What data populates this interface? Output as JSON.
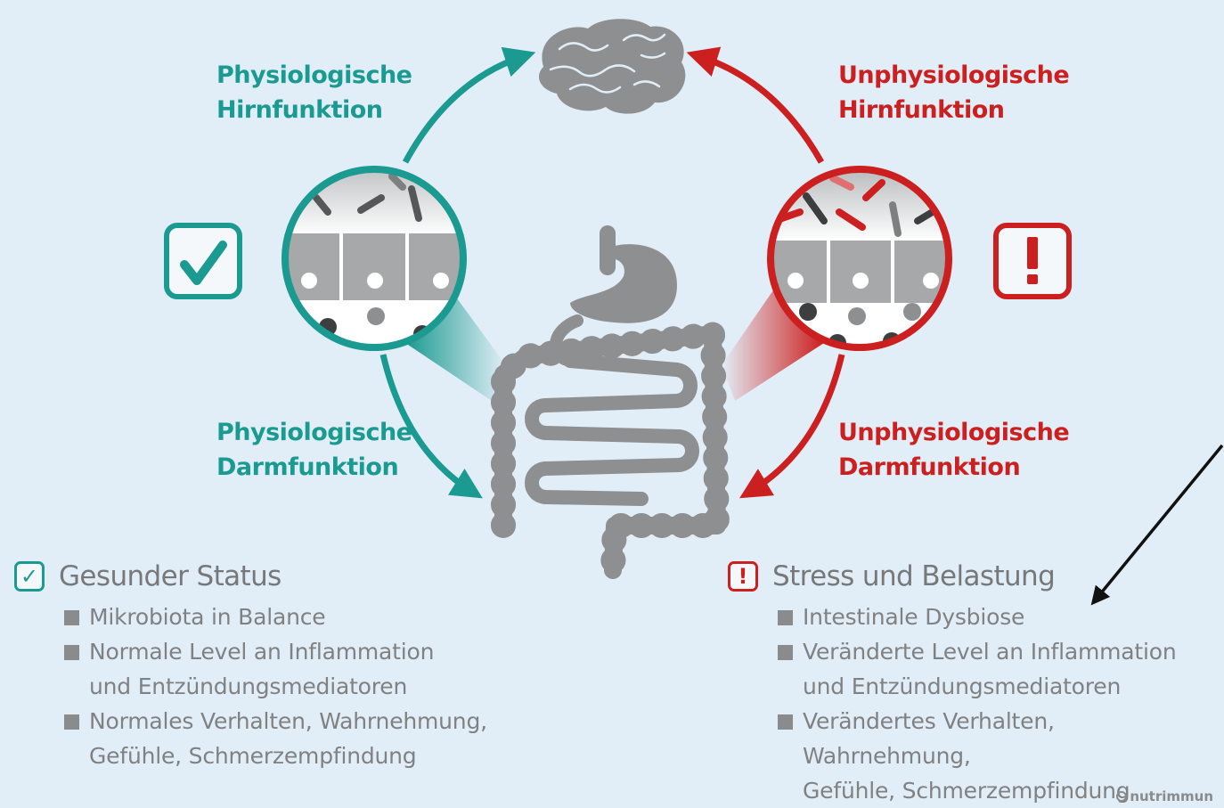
{
  "labels": {
    "top_left": [
      "Physiologische",
      "Hirnfunktion"
    ],
    "bottom_left": [
      "Physiologische",
      "Darmfunktion"
    ],
    "top_right": [
      "Unphysiologische",
      "Hirnfunktion"
    ],
    "bottom_right": [
      "Unphysiologische",
      "Darmfunktion"
    ]
  },
  "healthy": {
    "icon": "check-icon",
    "title": "Gesunder Status",
    "items": [
      [
        "Mikrobiota in Balance"
      ],
      [
        "Normale Level an Inflammation",
        "und Entzündungsmediatoren"
      ],
      [
        "Normales Verhalten, Wahrnehmung,",
        "Gefühle, Schmerzempfindung"
      ]
    ]
  },
  "stress": {
    "icon": "exclamation-icon",
    "title": "Stress und Belastung",
    "items": [
      [
        "Intestinale Dysbiose"
      ],
      [
        "Veränderte Level an Inflammation",
        "und Entzündungsmediatoren"
      ],
      [
        "Verändertes Verhalten, Wahrnehmung,",
        "Gefühle, Schmerzempfindung"
      ]
    ]
  },
  "brand": "nutrimmun",
  "colors": {
    "healthy": "#1a9a90",
    "stress": "#cc1f1f",
    "organ": "#8e8f90",
    "background": "#e2eef7"
  }
}
